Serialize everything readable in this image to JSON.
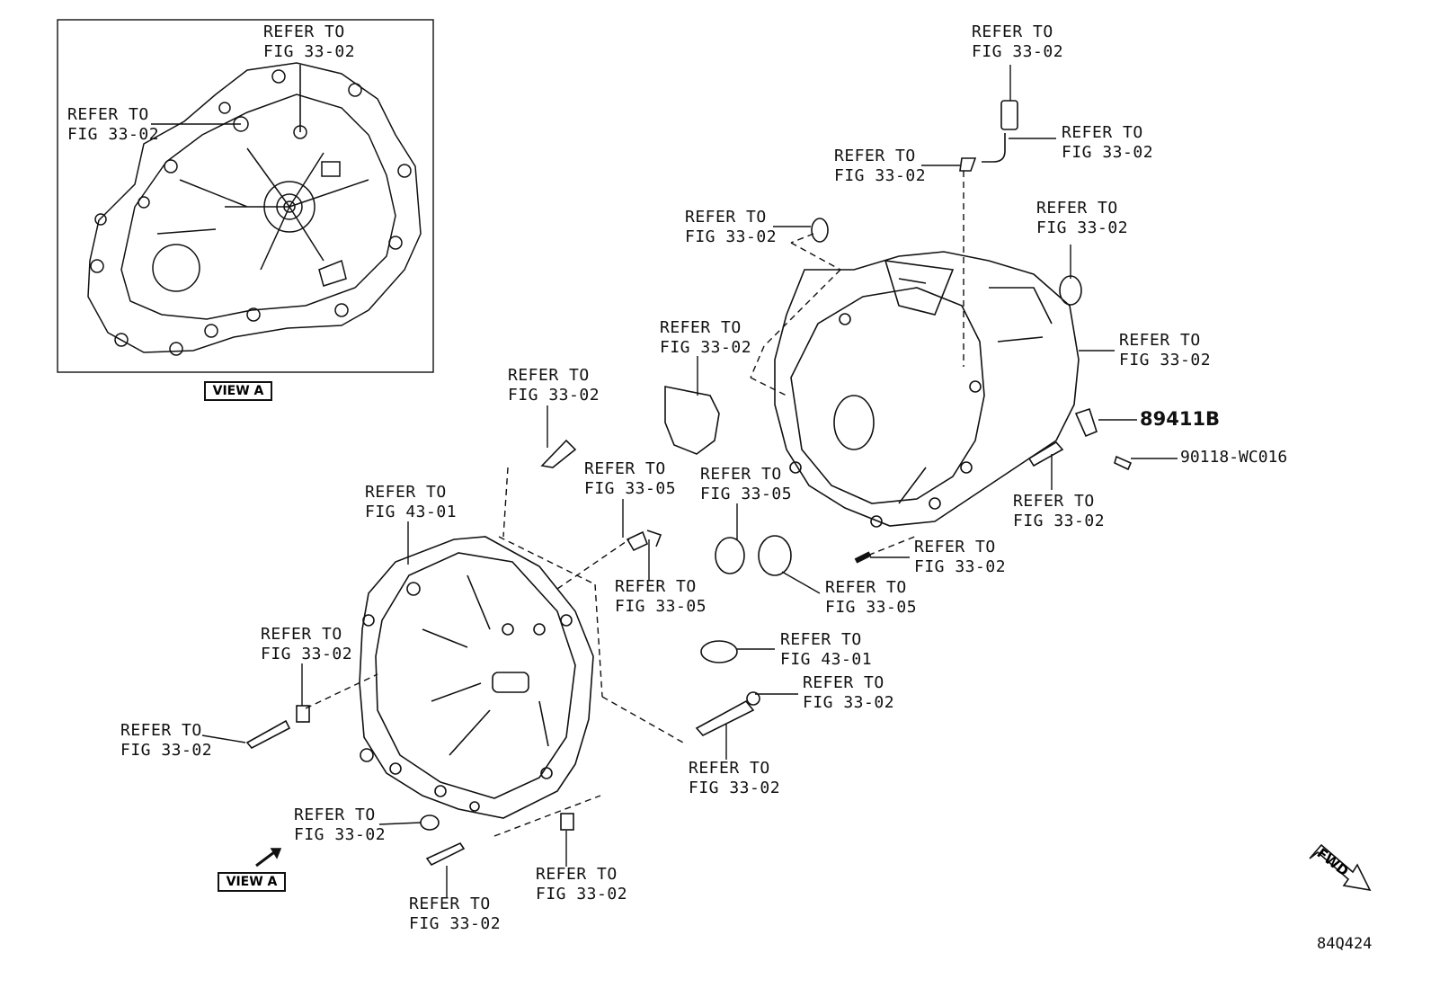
{
  "callouts": {
    "c1": {
      "l1": "REFER TO",
      "l2": "FIG 33-02"
    },
    "c2": {
      "l1": "REFER TO",
      "l2": "FIG 33-02"
    },
    "c3": {
      "l1": "REFER TO",
      "l2": "FIG 33-02"
    },
    "c4": {
      "l1": "REFER TO",
      "l2": "FIG 33-02"
    },
    "c5": {
      "l1": "REFER TO",
      "l2": "FIG 33-02"
    },
    "c6": {
      "l1": "REFER TO",
      "l2": "FIG 33-02"
    },
    "c7": {
      "l1": "REFER TO",
      "l2": "FIG 33-02"
    },
    "c8": {
      "l1": "REFER TO",
      "l2": "FIG 33-02"
    },
    "c9": {
      "l1": "REFER TO",
      "l2": "FIG 33-02"
    },
    "c10": {
      "l1": "REFER TO",
      "l2": "FIG 33-02"
    },
    "c11": {
      "l1": "REFER TO",
      "l2": "FIG 33-05"
    },
    "c12": {
      "l1": "REFER TO",
      "l2": "FIG 43-01"
    },
    "c13": {
      "l1": "REFER TO",
      "l2": "FIG 33-05"
    },
    "c14": {
      "l1": "REFER TO",
      "l2": "FIG 33-02"
    },
    "c15": {
      "l1": "REFER TO",
      "l2": "FIG 33-05"
    },
    "c16": {
      "l1": "REFER TO",
      "l2": "FIG 33-02"
    },
    "c17": {
      "l1": "REFER TO",
      "l2": "FIG 33-05"
    },
    "c18": {
      "l1": "REFER TO",
      "l2": "FIG 33-02"
    },
    "c19": {
      "l1": "REFER TO",
      "l2": "FIG 43-01"
    },
    "c20": {
      "l1": "REFER TO",
      "l2": "FIG 33-02"
    },
    "c21": {
      "l1": "REFER TO",
      "l2": "FIG 33-02"
    },
    "c22": {
      "l1": "REFER TO",
      "l2": "FIG 33-02"
    },
    "c23": {
      "l1": "REFER TO",
      "l2": "FIG 33-02"
    },
    "c24": {
      "l1": "REFER TO",
      "l2": "FIG 33-02"
    },
    "c25": {
      "l1": "REFER TO",
      "l2": "FIG 33-02"
    }
  },
  "parts": {
    "sensor": "89411B",
    "bolt": "90118-WC016"
  },
  "view_label": "VIEW A",
  "view_label_bottom": "VIEW A",
  "fwd_label": "FWD",
  "drawing_code": "84Q424"
}
